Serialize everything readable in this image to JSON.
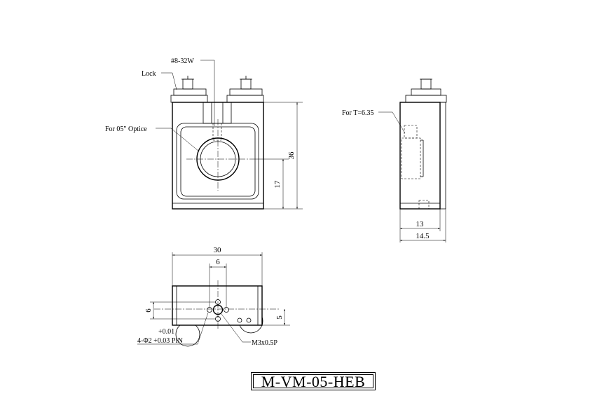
{
  "part_number": "M-VM-05-HEB",
  "front_view": {
    "thread_label": "#8-32W",
    "lock_label": "Lock",
    "optic_label": "For 05\" Optice",
    "dim_height": "36",
    "dim_center_height": "17"
  },
  "side_view": {
    "thickness_label": "For T=6.35",
    "dim_depth": "13",
    "dim_total_depth": "14.5"
  },
  "bottom_view": {
    "dim_width": "30",
    "dim_hole_spacing": "6",
    "dim_hole_offset": "6",
    "dim_bottom_offset": "5",
    "tol_plus": "+0.01",
    "pin_label": "4-Φ2 +0.03 PIN",
    "screw_label": "M3x0.5P"
  }
}
